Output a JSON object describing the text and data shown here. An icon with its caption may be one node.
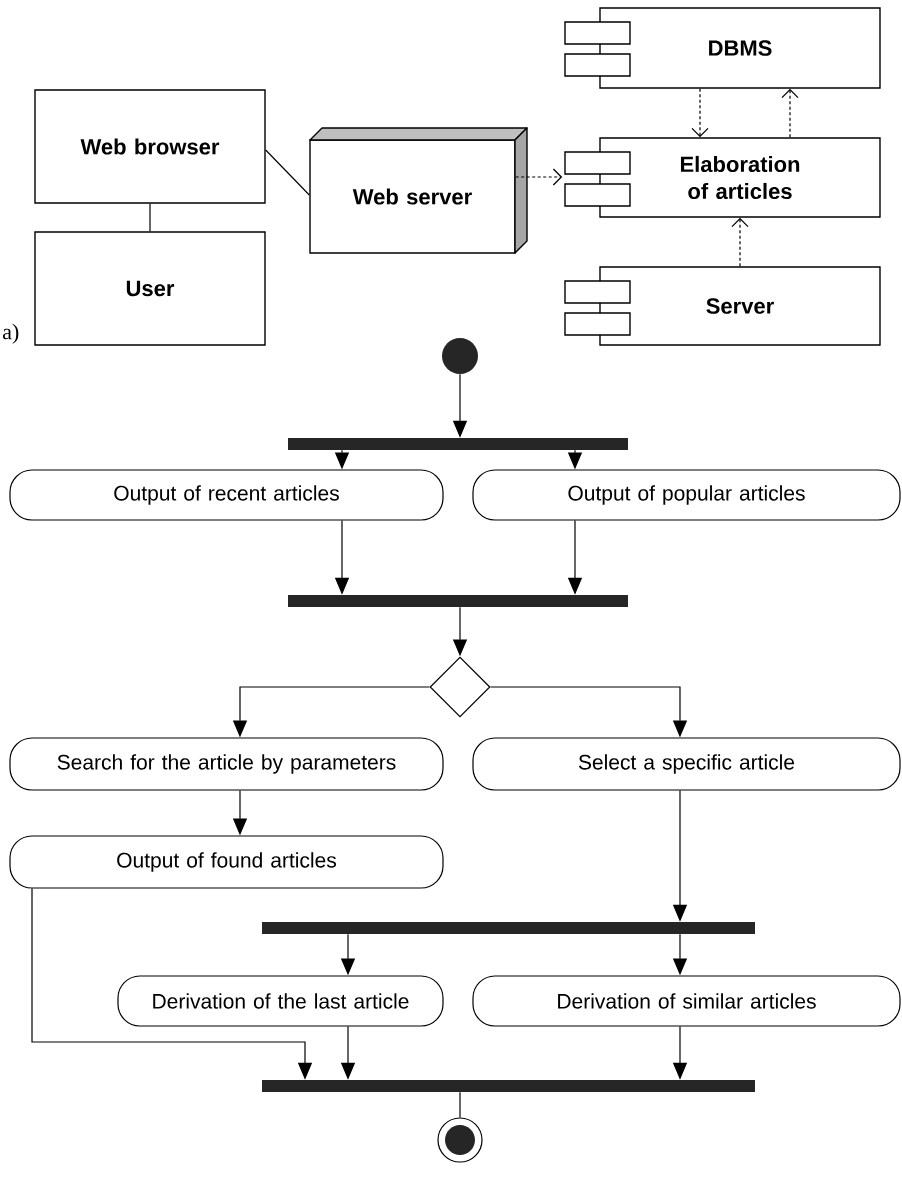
{
  "diagram": {
    "nodes": [
      {
        "text": [
          "Web browser"
        ]
      },
      {
        "text": [
          "User"
        ]
      },
      {
        "text": [
          "Web server"
        ]
      },
      {
        "text": [
          "DBMS"
        ]
      },
      {
        "text": [
          "Elaboration of articles"
        ]
      },
      {
        "text": [
          "Server"
        ]
      },
      {
        "text": [],
        "shape": "circle"
      },
      {
        "text": [],
        "shape": "bar"
      },
      {
        "text": [
          "Output of recent articles"
        ]
      },
      {
        "text": [
          "Output of popular articles"
        ]
      },
      {
        "text": [],
        "shape": "bar"
      },
      {
        "text": [],
        "shape": "diamond"
      },
      {
        "text": [
          "Search for the article by parameters"
        ]
      },
      {
        "text": [
          "Select a specific article"
        ]
      },
      {
        "text": [
          "Output of found articles"
        ]
      },
      {
        "text": [],
        "shape": "bar"
      },
      {
        "text": [
          "Derivation of the last article"
        ]
      },
      {
        "text": [
          "Derivation of similar articles"
        ]
      },
      {
        "text": [],
        "shape": "bar"
      },
      {
        "text": [],
        "shape": "circle"
      }
    ],
    "edges": [
      {
        "from": 0,
        "to": 1,
        "arrow": "none"
      },
      {
        "from": 0,
        "to": 2,
        "arrow": "none"
      },
      {
        "from": 2,
        "to": 4,
        "arrow": "to",
        "style": "dashed"
      },
      {
        "from": 3,
        "to": 4,
        "arrow": "to",
        "style": "dashed"
      },
      {
        "from": 4,
        "to": 3,
        "arrow": "to",
        "style": "dashed"
      },
      {
        "from": 5,
        "to": 4,
        "arrow": "to",
        "style": "dashed"
      },
      {
        "from": 6,
        "to": 7,
        "arrow": "to"
      },
      {
        "from": 7,
        "to": 8,
        "arrow": "to"
      },
      {
        "from": 7,
        "to": 9,
        "arrow": "to"
      },
      {
        "from": 8,
        "to": 10,
        "arrow": "to"
      },
      {
        "from": 9,
        "to": 10,
        "arrow": "to"
      },
      {
        "from": 10,
        "to": 11,
        "arrow": "to"
      },
      {
        "from": 11,
        "to": 12,
        "arrow": "to"
      },
      {
        "from": 11,
        "to": 13,
        "arrow": "to"
      },
      {
        "from": 12,
        "to": 14,
        "arrow": "to"
      },
      {
        "from": 13,
        "to": 15,
        "arrow": "to"
      },
      {
        "from": 15,
        "to": 16,
        "arrow": "to"
      },
      {
        "from": 15,
        "to": 17,
        "arrow": "to"
      },
      {
        "from": 14,
        "to": 18,
        "arrow": "to"
      },
      {
        "from": 16,
        "to": 18,
        "arrow": "to"
      },
      {
        "from": 17,
        "to": 18,
        "arrow": "to"
      },
      {
        "from": 18,
        "to": 19,
        "arrow": "none"
      }
    ],
    "labels": [
      "a)"
    ]
  }
}
